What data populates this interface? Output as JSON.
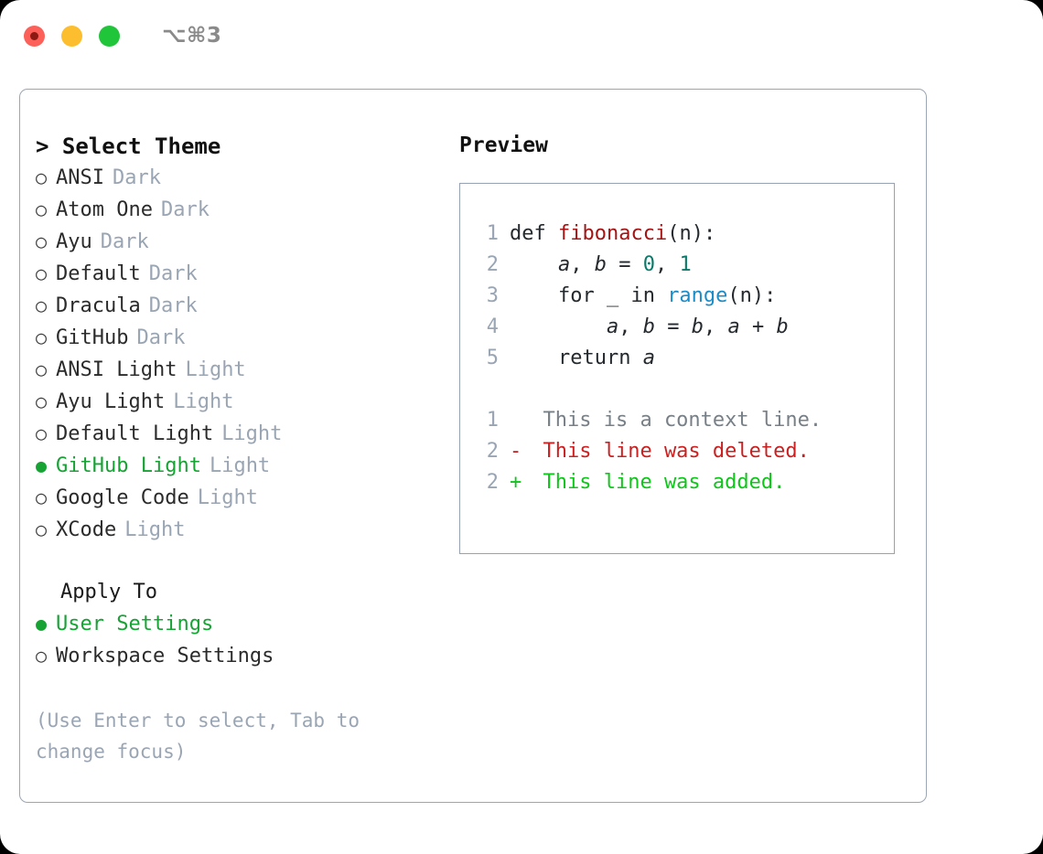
{
  "window": {
    "shortcut": "⌥⌘3",
    "traffic_lights": [
      {
        "name": "close",
        "color": "#fc6058"
      },
      {
        "name": "minimize",
        "color": "#fcbd2e"
      },
      {
        "name": "maximize",
        "color": "#21c53a"
      }
    ]
  },
  "colors": {
    "accent_green": "#16a334",
    "muted": "#9aa5b4",
    "border": "#9aa6b5",
    "diff_add": "#0ec61a",
    "diff_del": "#cc1f1f",
    "code_fn": "#a31515",
    "code_num": "#0b7a6a",
    "code_call": "#1a8cc8"
  },
  "theme_section": {
    "header": "> Select Theme",
    "marker_selected": "●",
    "marker_unselected": "○",
    "items": [
      {
        "label": "ANSI",
        "variant": "Dark",
        "selected": false
      },
      {
        "label": "Atom One",
        "variant": "Dark",
        "selected": false
      },
      {
        "label": "Ayu",
        "variant": "Dark",
        "selected": false
      },
      {
        "label": "Default",
        "variant": "Dark",
        "selected": false
      },
      {
        "label": "Dracula",
        "variant": "Dark",
        "selected": false
      },
      {
        "label": "GitHub",
        "variant": "Dark",
        "selected": false
      },
      {
        "label": "ANSI Light",
        "variant": "Light",
        "selected": false
      },
      {
        "label": "Ayu Light",
        "variant": "Light",
        "selected": false
      },
      {
        "label": "Default Light",
        "variant": "Light",
        "selected": false
      },
      {
        "label": "GitHub Light",
        "variant": "Light",
        "selected": true
      },
      {
        "label": "Google Code",
        "variant": "Light",
        "selected": false
      },
      {
        "label": "XCode",
        "variant": "Light",
        "selected": false
      }
    ]
  },
  "apply_section": {
    "title": "Apply To",
    "items": [
      {
        "label": "User Settings",
        "selected": true
      },
      {
        "label": "Workspace Settings",
        "selected": false
      }
    ]
  },
  "hint": "(Use Enter to select, Tab to change focus)",
  "preview": {
    "title": "Preview",
    "code_lines": [
      {
        "no": "1",
        "parts": [
          {
            "text": "def ",
            "tok": "plain"
          },
          {
            "text": "fibonacci",
            "tok": "fn"
          },
          {
            "text": "(n):",
            "tok": "plain"
          }
        ]
      },
      {
        "no": "2",
        "parts": [
          {
            "text": "    ",
            "tok": "plain"
          },
          {
            "text": "a",
            "tok": "var"
          },
          {
            "text": ", ",
            "tok": "plain"
          },
          {
            "text": "b",
            "tok": "var"
          },
          {
            "text": " = ",
            "tok": "plain"
          },
          {
            "text": "0",
            "tok": "num"
          },
          {
            "text": ", ",
            "tok": "plain"
          },
          {
            "text": "1",
            "tok": "num"
          }
        ]
      },
      {
        "no": "3",
        "parts": [
          {
            "text": "    for _ in ",
            "tok": "plain"
          },
          {
            "text": "range",
            "tok": "call"
          },
          {
            "text": "(n):",
            "tok": "plain"
          }
        ]
      },
      {
        "no": "4",
        "parts": [
          {
            "text": "        ",
            "tok": "plain"
          },
          {
            "text": "a",
            "tok": "var"
          },
          {
            "text": ", ",
            "tok": "plain"
          },
          {
            "text": "b",
            "tok": "var"
          },
          {
            "text": " = ",
            "tok": "plain"
          },
          {
            "text": "b",
            "tok": "var"
          },
          {
            "text": ", ",
            "tok": "plain"
          },
          {
            "text": "a",
            "tok": "var"
          },
          {
            "text": " + ",
            "tok": "plain"
          },
          {
            "text": "b",
            "tok": "var"
          }
        ]
      },
      {
        "no": "5",
        "parts": [
          {
            "text": "    return ",
            "tok": "plain"
          },
          {
            "text": "a",
            "tok": "var"
          }
        ]
      }
    ],
    "diff_lines": [
      {
        "no": "1",
        "sign": " ",
        "text": "This is a context line.",
        "kind": "ctx"
      },
      {
        "no": "2",
        "sign": "-",
        "text": "This line was deleted.",
        "kind": "del"
      },
      {
        "no": "2",
        "sign": "+",
        "text": "This line was added.",
        "kind": "add"
      }
    ]
  }
}
